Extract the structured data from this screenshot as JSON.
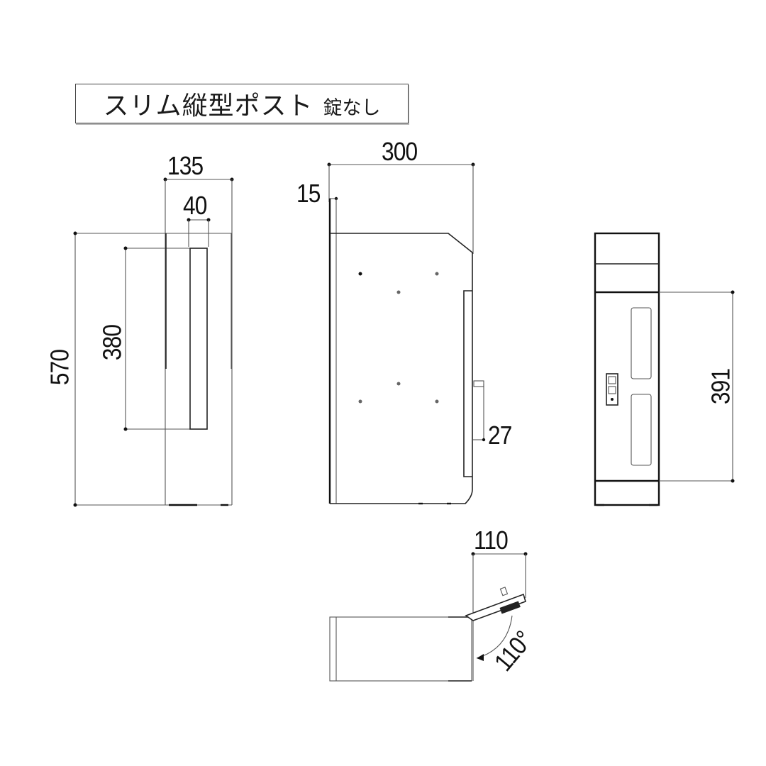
{
  "title": {
    "main": "スリム縦型ポスト",
    "sub": "錠なし"
  },
  "units": "mm",
  "views": {
    "front": {
      "label": "front-view",
      "dimensions": {
        "width": "135",
        "slot_width": "40",
        "height": "570",
        "slot_height": "380"
      }
    },
    "side": {
      "label": "side-view",
      "dimensions": {
        "depth": "300",
        "flange": "15",
        "handle": "27"
      }
    },
    "rear": {
      "label": "back-view",
      "dimensions": {
        "door_height": "391"
      }
    },
    "top": {
      "label": "top-view-door-open",
      "dimensions": {
        "door_projection": "110",
        "open_angle": "110°"
      }
    }
  },
  "colors": {
    "line": "#111111",
    "dimension_line": "#555555",
    "background": "#ffffff"
  }
}
